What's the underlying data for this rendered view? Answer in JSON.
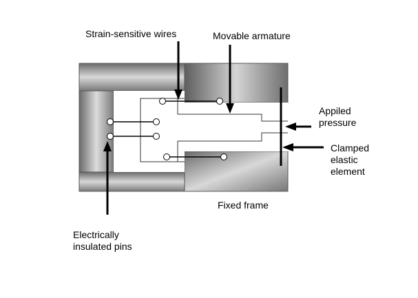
{
  "labels": {
    "strain_wires": "Strain-sensitive wires",
    "armature": "Movable armature",
    "applied_pressure": [
      "Appiled",
      "pressure"
    ],
    "clamped_element": [
      "Clamped",
      "elastic",
      "element"
    ],
    "fixed_frame": "Fixed frame",
    "insulated_pins": [
      "Electrically",
      "insulated pins"
    ]
  }
}
